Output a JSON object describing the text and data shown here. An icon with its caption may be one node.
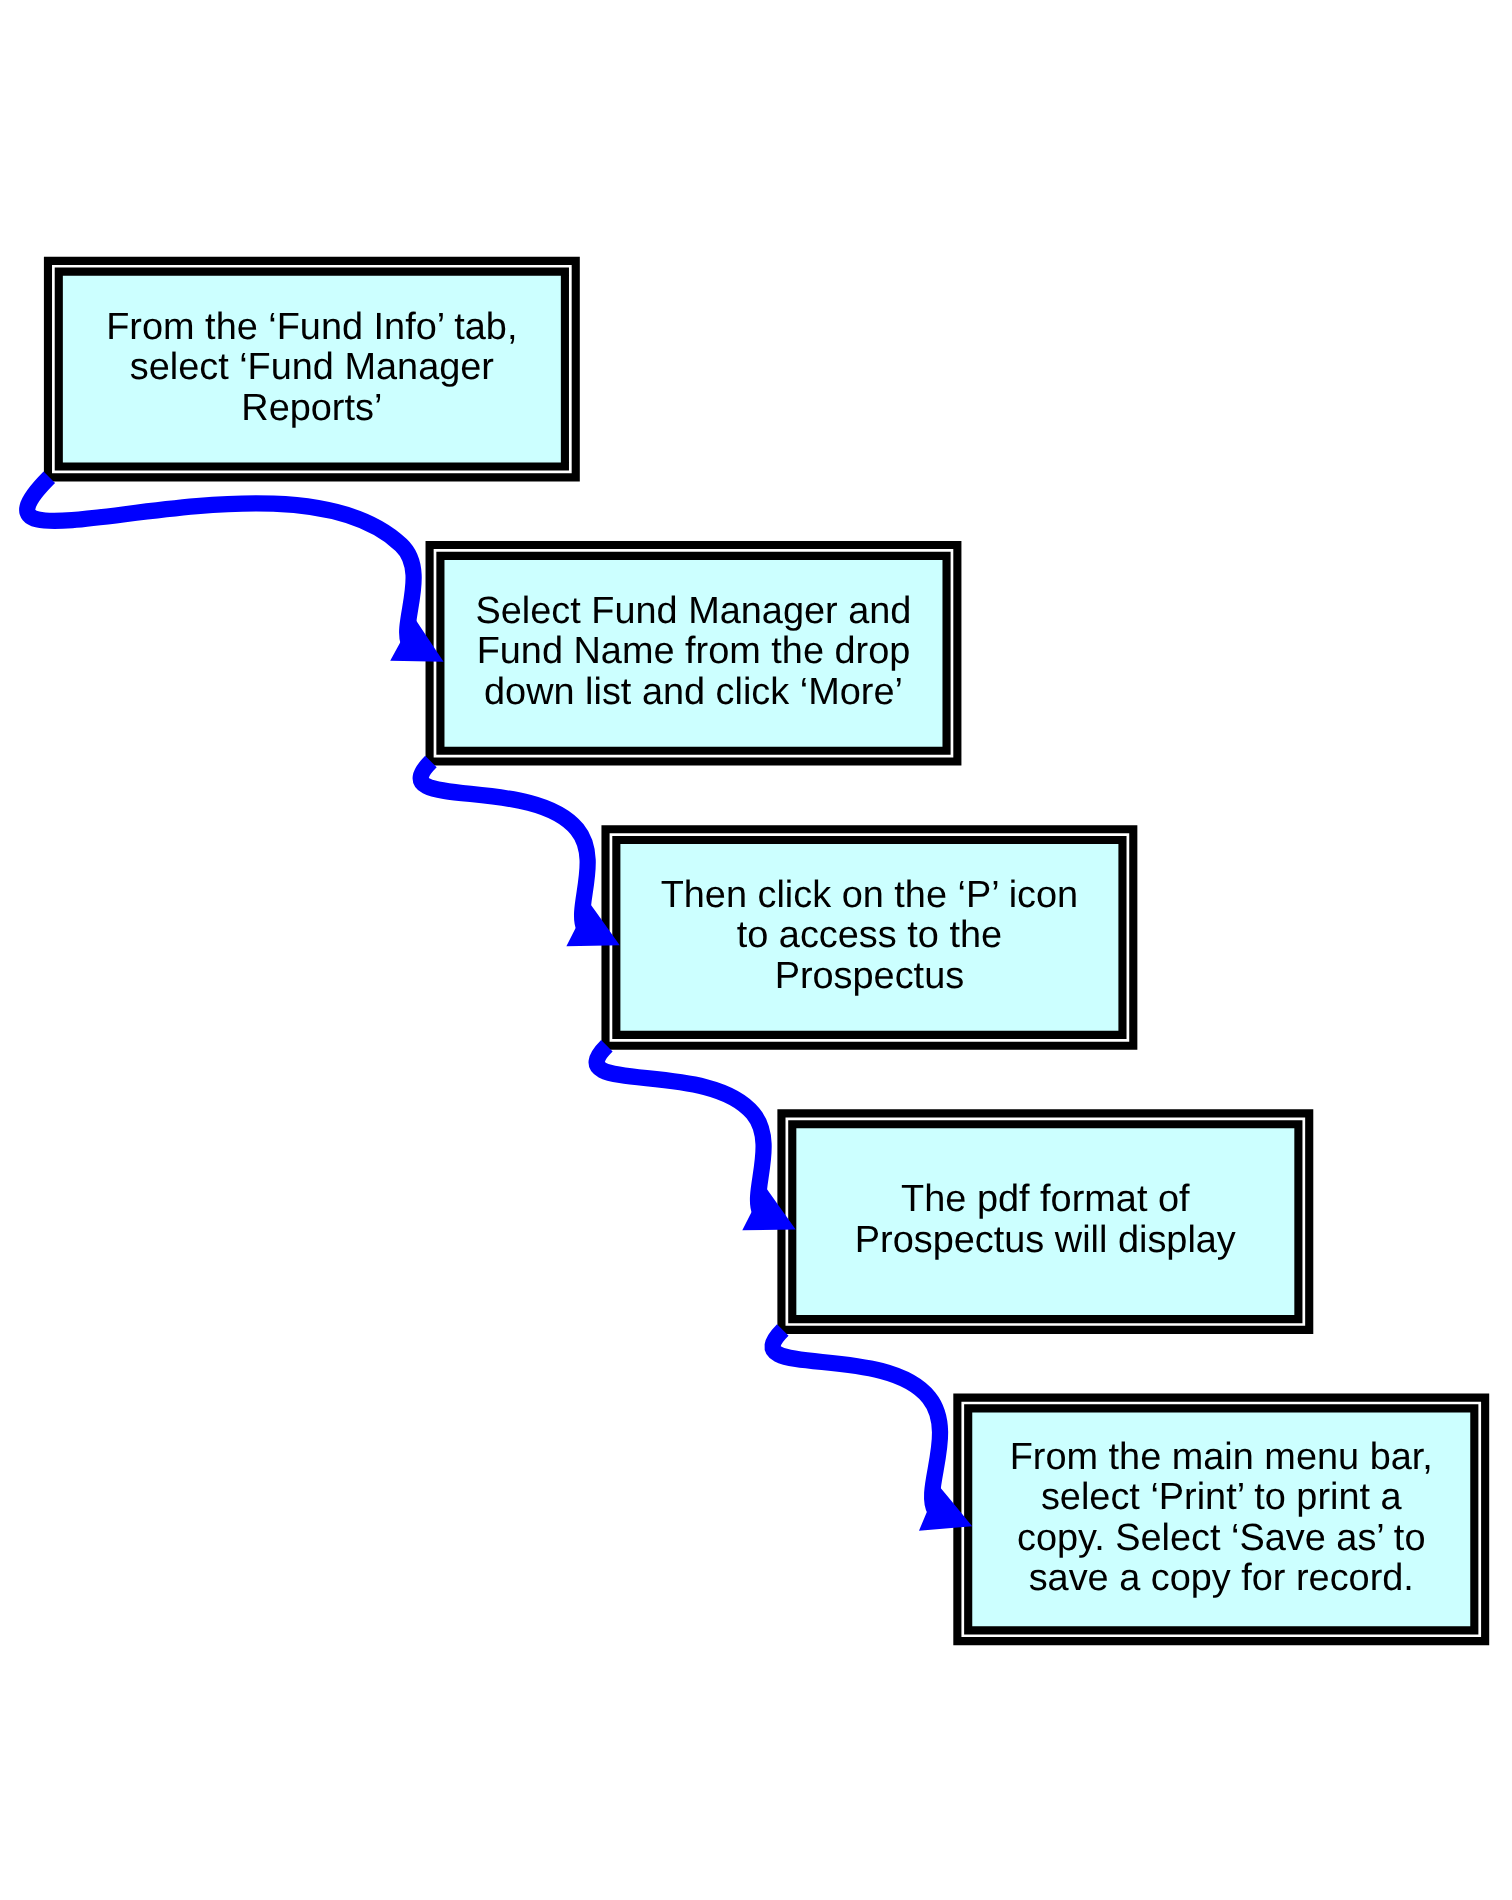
{
  "diagram": {
    "nodes": [
      {
        "text": [
          "From the ‘Fund Info’ tab, select ‘Fund Manager Reports’"
        ]
      },
      {
        "text": [
          "Select Fund Manager and Fund Name from the drop down list and click ‘More’"
        ]
      },
      {
        "text": [
          "Then click on the ‘P’ icon to access to the Prospectus"
        ]
      },
      {
        "text": [
          "The pdf format of Prospectus will display"
        ]
      },
      {
        "text": [
          "From the main menu bar, select ‘Print’ to print a copy. Select ‘Save as’ to save a copy for record."
        ]
      }
    ],
    "edges": [
      {
        "from": 0,
        "to": 1,
        "arrow": "to"
      },
      {
        "from": 1,
        "to": 2,
        "arrow": "to"
      },
      {
        "from": 2,
        "to": 3,
        "arrow": "to"
      },
      {
        "from": 3,
        "to": 4,
        "arrow": "to"
      }
    ]
  }
}
